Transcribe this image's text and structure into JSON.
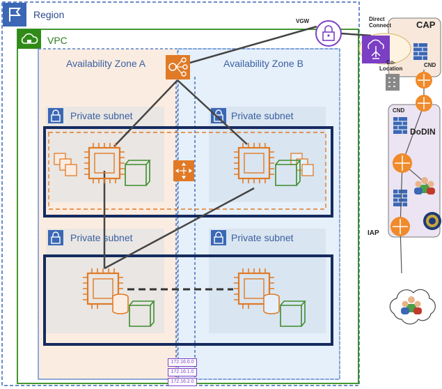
{
  "region": {
    "label": "Region"
  },
  "vpc": {
    "label": "VPC"
  },
  "availability_zones": [
    {
      "label": "Availability Zone A"
    },
    {
      "label": "Availability Zone B"
    }
  ],
  "subnets": [
    {
      "label": "Private subnet"
    },
    {
      "label": "Private subnet"
    },
    {
      "label": "Private subnet"
    },
    {
      "label": "Private subnet"
    }
  ],
  "vgw": {
    "label": "VGW"
  },
  "cap": {
    "label": "CAP",
    "direct_connect_label": "Direct\nConnect",
    "co_location_label": "Co-\nLocation",
    "cnd_label": "CND"
  },
  "dodin": {
    "label": "DoDIN",
    "cnd_label": "CND"
  },
  "iap": {
    "label": "IAP"
  },
  "cidr_blocks": [
    "172.16.0.0",
    "172.16.1.0",
    "172.16.2.0"
  ],
  "colors": {
    "region_border": "#3b67b5",
    "vpc_border": "#2f8a17",
    "az_a_fill": "#fbece1",
    "az_b_fill": "#e6f0fa",
    "compute_orange": "#e07a26",
    "storage_green": "#3c8c2d",
    "vgw_purple": "#7b3fc4",
    "navy": "#152b5f",
    "router_orange": "#f08a2a"
  }
}
